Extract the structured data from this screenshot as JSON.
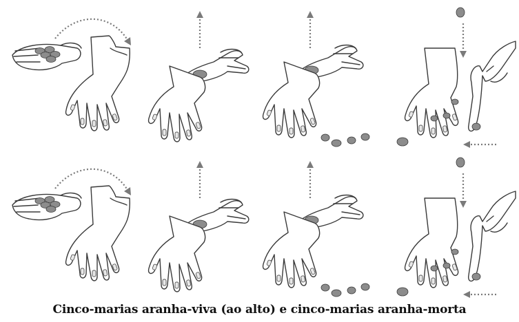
{
  "caption": "Cinco-marias aranha-viva (ao alto) e cinco-marias aranha-morta",
  "rows": [
    {
      "name": "aranha-viva",
      "panels": [
        "toss-stones-onto-back-of-hand",
        "toss-stone-up",
        "toss-stone-up-others-on-table",
        "drop-stone-between-fingers"
      ]
    },
    {
      "name": "aranha-morta",
      "panels": [
        "toss-stones-onto-back-of-hand",
        "toss-stone-up",
        "toss-stone-up-others-on-table",
        "drop-stone-between-fingers"
      ]
    }
  ],
  "colors": {
    "ink": "#3a3a3a",
    "arrow": "#7a7a7a",
    "stone": "#8c8c8c"
  },
  "icons": [
    "hand-icon",
    "stone-icon",
    "dotted-arrow-icon"
  ]
}
